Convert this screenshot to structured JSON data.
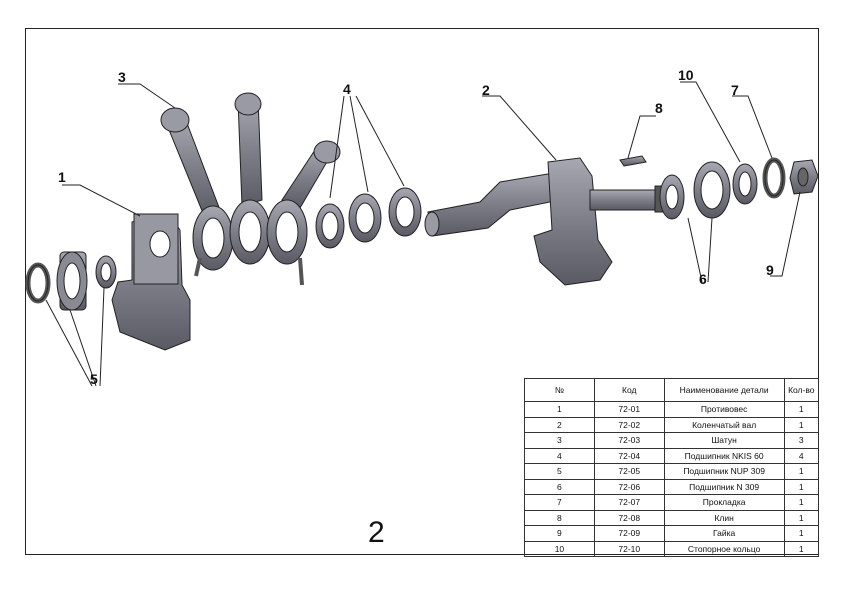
{
  "callouts": [
    {
      "n": "1"
    },
    {
      "n": "2"
    },
    {
      "n": "3"
    },
    {
      "n": "4"
    },
    {
      "n": "5"
    },
    {
      "n": "6"
    },
    {
      "n": "7"
    },
    {
      "n": "8"
    },
    {
      "n": "9"
    },
    {
      "n": "10"
    }
  ],
  "sheet_number": "2",
  "bom": {
    "headers": [
      "№",
      "Код",
      "Наименование детали",
      "Кол-во"
    ],
    "rows": [
      [
        "1",
        "72-01",
        "Противовес",
        "1"
      ],
      [
        "2",
        "72-02",
        "Коленчатый вал",
        "1"
      ],
      [
        "3",
        "72-03",
        "Шатун",
        "3"
      ],
      [
        "4",
        "72-04",
        "Подшипник NKIS 60",
        "4"
      ],
      [
        "5",
        "72-05",
        "Подшипник NUP 309",
        "1"
      ],
      [
        "6",
        "72-06",
        "Подшипник N 309",
        "1"
      ],
      [
        "7",
        "72-07",
        "Прокладка",
        "1"
      ],
      [
        "8",
        "72-08",
        "Клин",
        "1"
      ],
      [
        "9",
        "72-09",
        "Гайка",
        "1"
      ],
      [
        "10",
        "72-10",
        "Стопорное кольцо",
        "1"
      ]
    ]
  },
  "colors": {
    "part_fill": "#7b7b86",
    "part_dark": "#55555f",
    "part_light": "#a4a4ae",
    "line": "#222222"
  }
}
